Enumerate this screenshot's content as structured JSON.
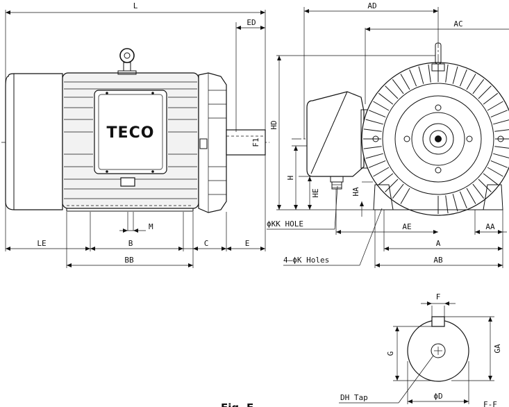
{
  "brand_logo": "TECO",
  "side_view_labels": {
    "L": "L",
    "ED": "ED",
    "F1": "F1",
    "M": "M",
    "LE": "LE",
    "B": "B",
    "C": "C",
    "E": "E",
    "BB": "BB"
  },
  "end_view_labels": {
    "AD": "AD",
    "AC": "AC",
    "HD": "HD",
    "H": "H",
    "HE": "HE",
    "HA": "HA",
    "KK_HOLE": "ϕKK HOLE",
    "AE": "AE",
    "AA": "AA",
    "A": "A",
    "K_holes": "4—ϕK Holes",
    "AB": "AB"
  },
  "shaft_view_labels": {
    "F": "F",
    "G": "G",
    "GA": "GA",
    "DH_tap": "DH Tap",
    "D": "ϕD"
  },
  "figure_caption_partial": "Fig. E",
  "edge_label_partial": "F-F"
}
